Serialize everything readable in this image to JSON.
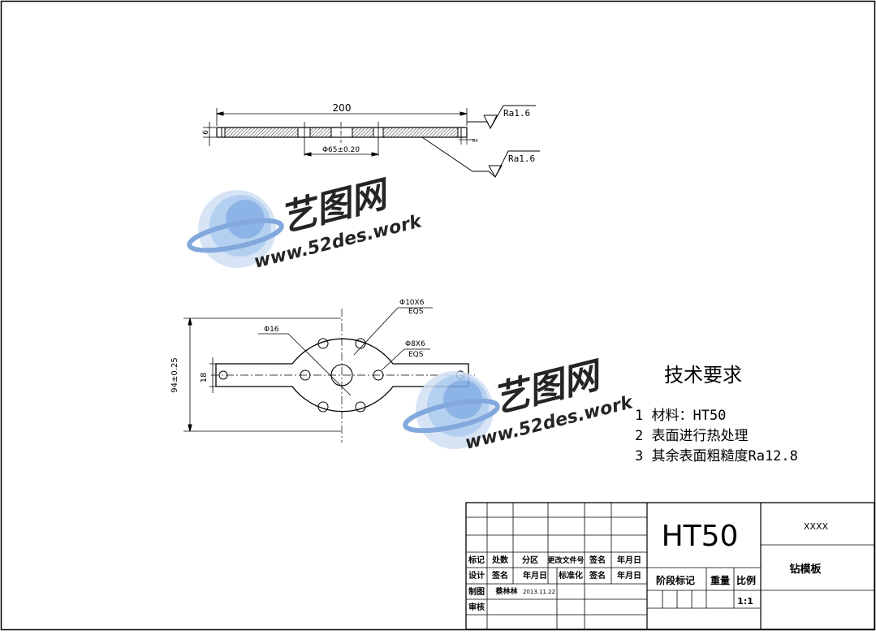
{
  "side_view": {
    "dim_total": "200",
    "dim_thickness": "6",
    "dim_center": "Φ65±0.20",
    "rough_top": "Ra1.6",
    "rough_bottom": "Ra1.6",
    "small_dim": "R4"
  },
  "top_view": {
    "dim_height": "94±0.25",
    "dim_slot": "18",
    "dim_center_hole": "Φ16",
    "holes_large": "Φ10X6",
    "holes_large_eqs": "EQS",
    "holes_small": "Φ8X6",
    "holes_small_eqs": "EQS"
  },
  "watermark": {
    "brand": "艺图网",
    "url": "www.52des.work"
  },
  "tech_requirements": {
    "title": "技术要求",
    "items": [
      "1 材料：HT50",
      "2 表面进行热处理",
      "3 其余表面粗糙度Ra12.8"
    ]
  },
  "title_block": {
    "material": "HT50",
    "code": "XXXX",
    "part_name": "钻模板",
    "stage_mark": "阶段标记",
    "weight": "重量",
    "scale_label": "比例",
    "scale_value": "1:1",
    "header_row": [
      "标记",
      "处数",
      "分区",
      "更改文件号",
      "签名",
      "年月日"
    ],
    "design_row": [
      "设计",
      "签名",
      "年月日",
      "标准化",
      "签名",
      "年月日"
    ],
    "draw_label": "制图",
    "draw_name": "蔡林林",
    "draw_date": "2013.11.22",
    "review_label": "审核"
  }
}
